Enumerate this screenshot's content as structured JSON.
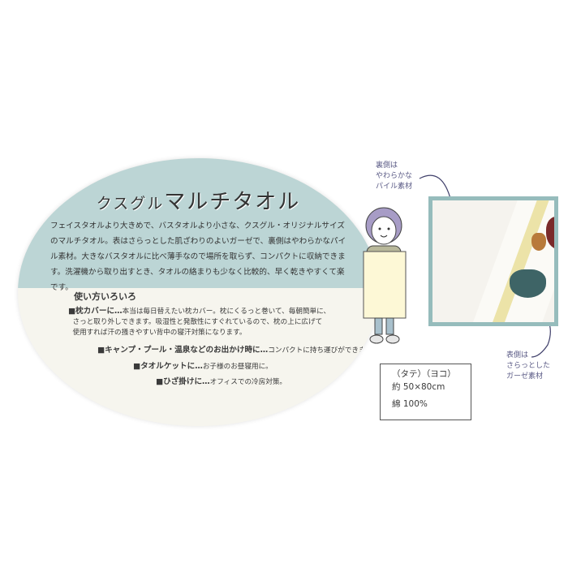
{
  "title": {
    "prefix": "クスグル",
    "main": "マルチタオル"
  },
  "description": "フェイスタオルより大きめで、バスタオルより小さな、クスグル・オリジナルサイズのマルチタオル。表はさらっとした肌ざわりのよいガーゼで、裏側はやわらかなパイル素材。大きなバスタオルに比べ薄手なので場所を取らず、コンパクトに収納できます。洗濯機から取り出すとき、タオルの絡まりも少なく比較的、早く乾きやすくて楽です。",
  "uses": {
    "heading": "使い方いろいろ",
    "items": [
      {
        "label": "■枕カバーに…",
        "text": "本当は毎日替えたい枕カバー。枕にくるっと巻いて、毎朝簡単に、",
        "text2": "さっと取り外しできます。吸湿性と発散性にすぐれているので、枕の上に広げて",
        "text3": "使用すれば汗の掻きやすい背中の寝汗対策になります。"
      },
      {
        "label": "■キャンプ・プール・温泉などのお出かけ時に…",
        "text": "コンパクトに持ち運びができます。"
      },
      {
        "label": "■タオルケットに…",
        "text": "お子様のお昼寝用に。"
      },
      {
        "label": "■ひざ掛けに…",
        "text": "オフィスでの冷房対策。"
      }
    ]
  },
  "notes": {
    "back": [
      "裏側は",
      "やわらかな",
      "パイル素材"
    ],
    "front": [
      "表側は",
      "さらっとした",
      "ガーゼ素材"
    ]
  },
  "specs": {
    "size_label": "（タテ）（ヨコ）",
    "size": "約 50×80cm",
    "material": "綿 100%"
  },
  "colors": {
    "teal": "#bcd5d5",
    "cream": "#f6f5ee",
    "frame": "#96bcbc",
    "note_text": "#5a5a85"
  }
}
